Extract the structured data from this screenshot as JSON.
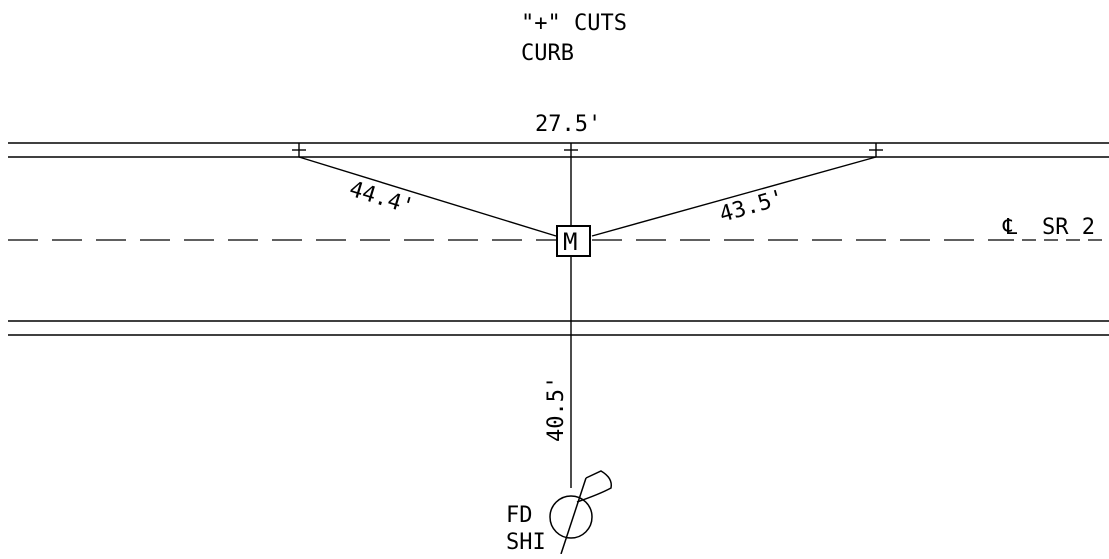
{
  "note": {
    "line1": "\"+\" CUTS",
    "line2": "CURB"
  },
  "dimensions": {
    "curb_to_curb_top": "27.5'",
    "tie_left": "44.4'",
    "tie_right": "43.5'",
    "tie_down": "40.5'"
  },
  "monument": {
    "symbol": "M"
  },
  "centerline": {
    "label": "SR 2",
    "symbol": "℄"
  },
  "found_marker": {
    "line1": "FD",
    "line2": "SHI"
  },
  "colors": {
    "ink": "#000000",
    "background": "#ffffff"
  }
}
